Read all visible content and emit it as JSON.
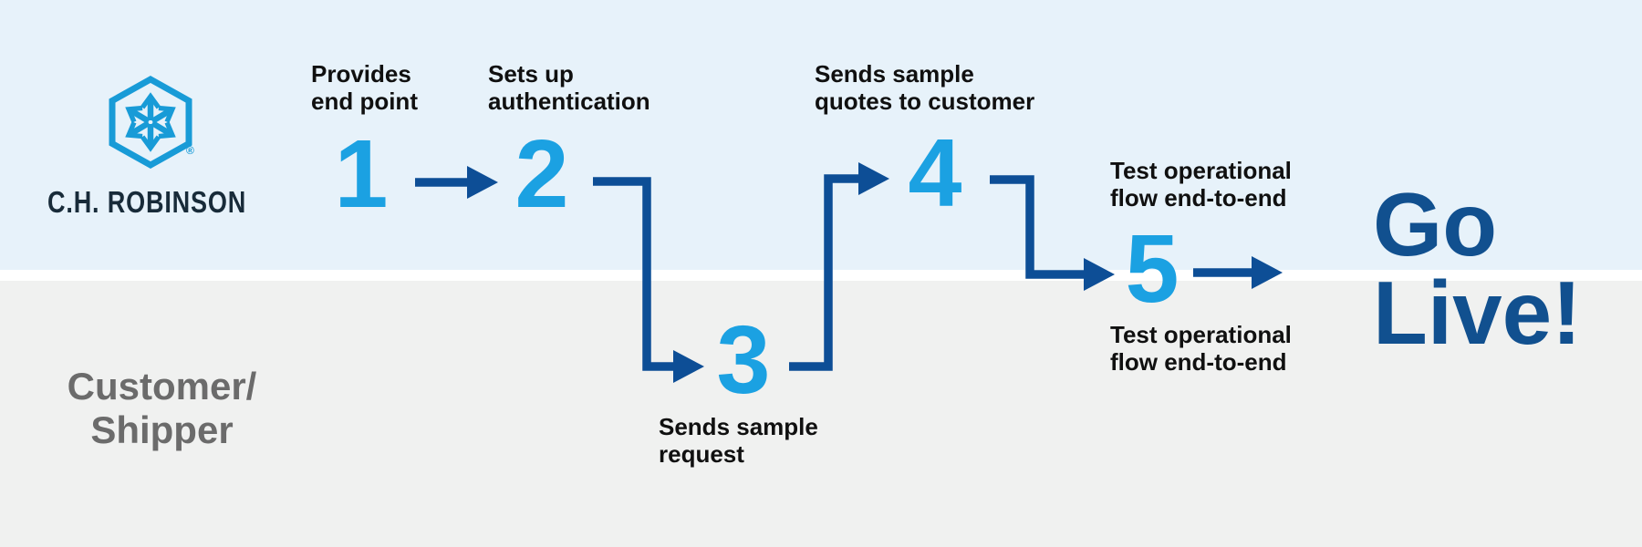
{
  "colors": {
    "lane_top_bg": "#e7f2fa",
    "lane_bottom_bg": "#f0f1f0",
    "divider": "#ffffff",
    "step_number": "#1ba1e2",
    "arrow": "#0d4e96",
    "go_live_text": "#11508f",
    "label_text": "#101010",
    "customer_text": "#6b6b6b",
    "logo_blue": "#189bd7",
    "wordmark_text": "#182b39"
  },
  "logo": {
    "wordmark": "C.H. ROBINSON",
    "registered_mark": "®"
  },
  "lanes": {
    "bottom_label_lines": [
      "Customer/",
      "Shipper"
    ]
  },
  "steps": [
    {
      "number": "1",
      "label_lines": [
        "Provides",
        "end point"
      ]
    },
    {
      "number": "2",
      "label_lines": [
        "Sets up",
        "authentication"
      ]
    },
    {
      "number": "3",
      "label_lines": [
        "Sends sample",
        "request"
      ]
    },
    {
      "number": "4",
      "label_lines": [
        "Sends sample",
        "quotes to customer"
      ]
    },
    {
      "number": "5",
      "label_lines": [
        "Test operational",
        "flow end-to-end"
      ]
    }
  ],
  "go_live": {
    "lines": [
      "Go",
      "Live!"
    ]
  }
}
